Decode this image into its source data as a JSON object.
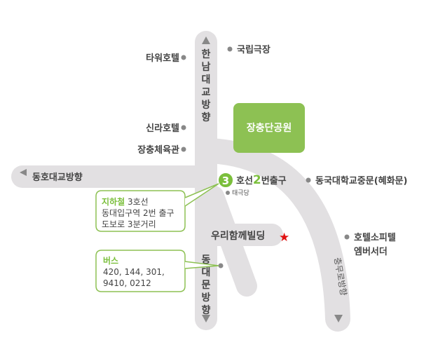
{
  "colors": {
    "road": "#e2e0e2",
    "park": "#8dc153",
    "accent_green": "#7bbf3c",
    "star": "#e01010"
  },
  "landmarks": {
    "tower_hotel": "타워호텔",
    "national_theater": "국립극장",
    "shilla_hotel": "신라호텔",
    "jangchung_gym": "장충체육관",
    "park": "장충단공원",
    "taegukdang": "태극당",
    "dongguk_univ": "동국대학교중문(혜화문)",
    "sofitel_line1": "호텔소피텔",
    "sofitel_line2": "엠버서더",
    "building": "우리함께빌딩"
  },
  "directions": {
    "hannam": [
      "한",
      "남",
      "대",
      "교",
      "방",
      "향"
    ],
    "dongho": "동호대교방향",
    "dongdaemun": [
      "동",
      "대",
      "문",
      "방",
      "향"
    ],
    "chungmuro": "충무로방향"
  },
  "exit": {
    "line": "3",
    "line_text": "호선",
    "exit_no": "2",
    "exit_text": "번출구"
  },
  "subway": {
    "title": "지하철",
    "line": " 3호선",
    "line2": "동대입구역 2번 출구",
    "line3": "도보로 3분거리"
  },
  "bus": {
    "title": "버스",
    "line1": "420, 144,  301,",
    "line2": "9410, 0212"
  }
}
